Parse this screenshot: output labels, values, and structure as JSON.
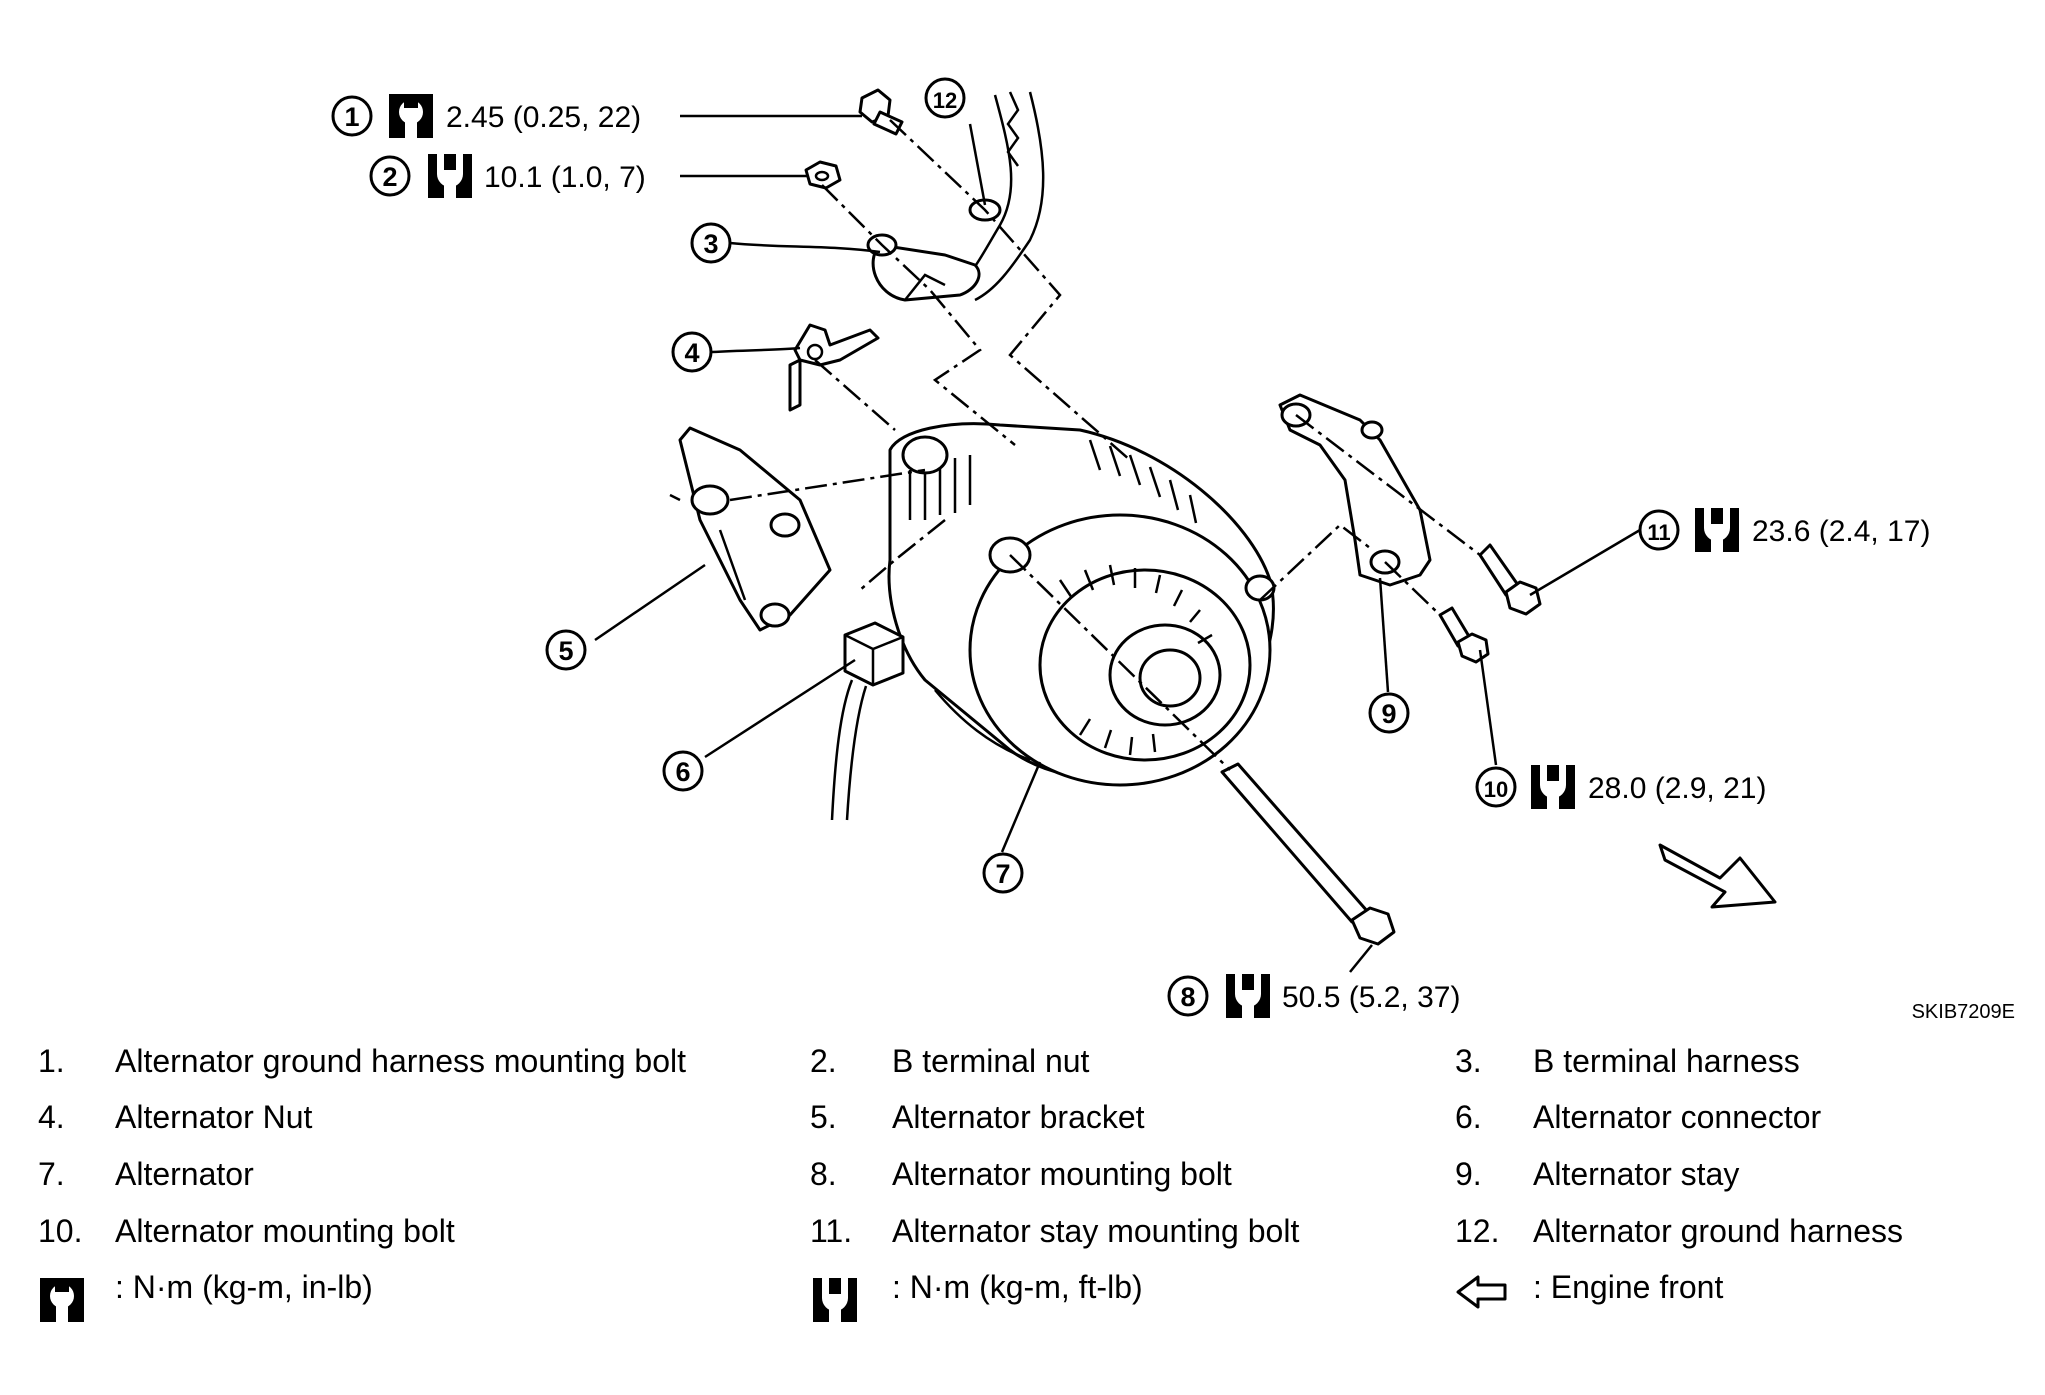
{
  "callouts": [
    {
      "num": "1",
      "torque": "2.45 (0.25, 22)"
    },
    {
      "num": "2",
      "torque": "10.1 (1.0, 7)"
    },
    {
      "num": "3"
    },
    {
      "num": "4"
    },
    {
      "num": "5"
    },
    {
      "num": "6"
    },
    {
      "num": "7"
    },
    {
      "num": "8",
      "torque": "50.5 (5.2, 37)"
    },
    {
      "num": "9"
    },
    {
      "num": "10",
      "torque": "28.0 (2.9, 21)"
    },
    {
      "num": "11",
      "torque": "23.6 (2.4, 17)"
    },
    {
      "num": "12"
    }
  ],
  "diagram_code": "SKIB7209E",
  "legend": {
    "items": [
      {
        "num": "1.",
        "text": "Alternator ground harness mounting bolt"
      },
      {
        "num": "2.",
        "text": "B terminal nut"
      },
      {
        "num": "3.",
        "text": "B terminal harness"
      },
      {
        "num": "4.",
        "text": "Alternator Nut"
      },
      {
        "num": "5.",
        "text": "Alternator bracket"
      },
      {
        "num": "6.",
        "text": "Alternator connector"
      },
      {
        "num": "7.",
        "text": "Alternator"
      },
      {
        "num": "8.",
        "text": "Alternator mounting bolt"
      },
      {
        "num": "9.",
        "text": "Alternator stay"
      },
      {
        "num": "10.",
        "text": "Alternator mounting bolt"
      },
      {
        "num": "11.",
        "text": "Alternator stay mounting bolt"
      },
      {
        "num": "12.",
        "text": "Alternator ground harness"
      }
    ],
    "symbols": [
      {
        "icon": "torque-wrench-inlb-icon",
        "text": ": N·m (kg-m, in-lb)"
      },
      {
        "icon": "torque-wrench-ftlb-icon",
        "text": ": N·m (kg-m, ft-lb)"
      },
      {
        "icon": "engine-front-arrow-icon",
        "text": ": Engine front"
      }
    ]
  }
}
